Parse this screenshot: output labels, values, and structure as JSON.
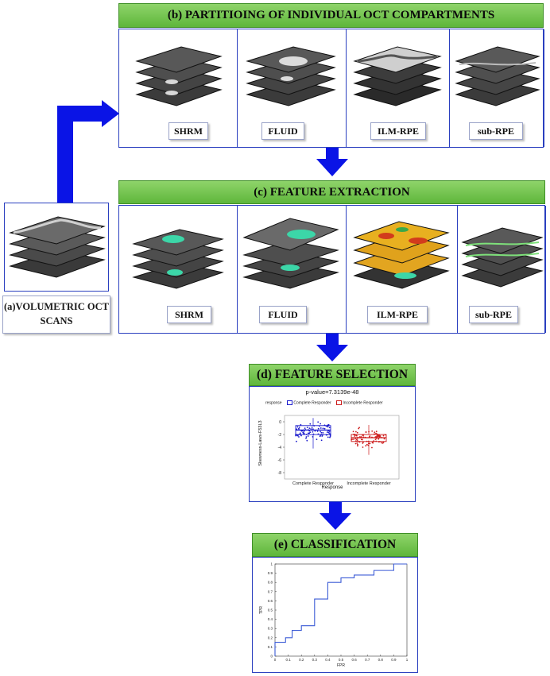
{
  "volumetric": {
    "label_line1": "(a)VOLUMETRIC OCT",
    "label_line2": "SCANS"
  },
  "partition": {
    "title": "(b) PARTITIOING  OF INDIVIDUAL  OCT COMPARTMENTS",
    "labels": [
      "SHRM",
      "FLUID",
      "ILM-RPE",
      "sub-RPE"
    ]
  },
  "extraction": {
    "title": "(c) FEATURE EXTRACTION",
    "labels": [
      "SHRM",
      "FLUID",
      "ILM-RPE",
      "sub-RPE"
    ]
  },
  "selection": {
    "title": "(d) FEATURE SELECTION",
    "pvalue": "p-value=7.3139e-48",
    "legend_title": "response",
    "legend_items": [
      "Complete Responder",
      "Incomplete Responder"
    ],
    "ylabel": "Skewness-Laws-F53L3",
    "xlabel": "Response",
    "categories": [
      "Complete Responder",
      "Incomplete Responder"
    ],
    "yticks": [
      "0",
      "-2",
      "-4",
      "-6",
      "-8"
    ]
  },
  "classification": {
    "title": "(e) CLASSIFICATION",
    "xlabel": "FPR",
    "ylabel": "TPR"
  },
  "colors": {
    "arrow": "#0a14e6",
    "banner": "#6cc04a",
    "border": "#2a3fbf",
    "complete": "#1a1acc",
    "incomplete": "#cc1a1a",
    "roc": "#3b5bd6"
  },
  "chart_data": [
    {
      "type": "box",
      "title": "p-value=7.3139e-48",
      "xlabel": "Response",
      "ylabel": "Skewness-Laws-F53L3",
      "categories": [
        "Complete Responder",
        "Incomplete Responder"
      ],
      "ylim": [
        -9,
        1
      ],
      "yticks": [
        0,
        -2,
        -4,
        -6,
        -8
      ],
      "series": [
        {
          "name": "Complete Responder",
          "q1": -2.0,
          "median": -1.3,
          "q3": -0.6,
          "whisker_low": -4.2,
          "whisker_high": 0.6
        },
        {
          "name": "Incomplete Responder",
          "q1": -3.1,
          "median": -2.5,
          "q3": -2.0,
          "whisker_low": -5.2,
          "whisker_high": -0.5
        }
      ],
      "legend": "top"
    },
    {
      "type": "line",
      "xlabel": "FPR",
      "ylabel": "TPR",
      "xlim": [
        0,
        1
      ],
      "ylim": [
        0,
        1
      ],
      "xticks": [
        0,
        0.1,
        0.2,
        0.3,
        0.4,
        0.5,
        0.6,
        0.7,
        0.8,
        0.9,
        1
      ],
      "yticks": [
        0,
        0.1,
        0.2,
        0.3,
        0.4,
        0.5,
        0.6,
        0.7,
        0.8,
        0.9,
        1
      ],
      "x": [
        0,
        0,
        0.08,
        0.08,
        0.13,
        0.13,
        0.2,
        0.2,
        0.3,
        0.3,
        0.4,
        0.4,
        0.5,
        0.5,
        0.6,
        0.6,
        0.75,
        0.75,
        0.9,
        0.9,
        1.0
      ],
      "y": [
        0,
        0.15,
        0.15,
        0.2,
        0.2,
        0.28,
        0.28,
        0.33,
        0.33,
        0.62,
        0.62,
        0.8,
        0.8,
        0.85,
        0.85,
        0.88,
        0.88,
        0.93,
        0.93,
        1.0,
        1.0
      ]
    }
  ]
}
